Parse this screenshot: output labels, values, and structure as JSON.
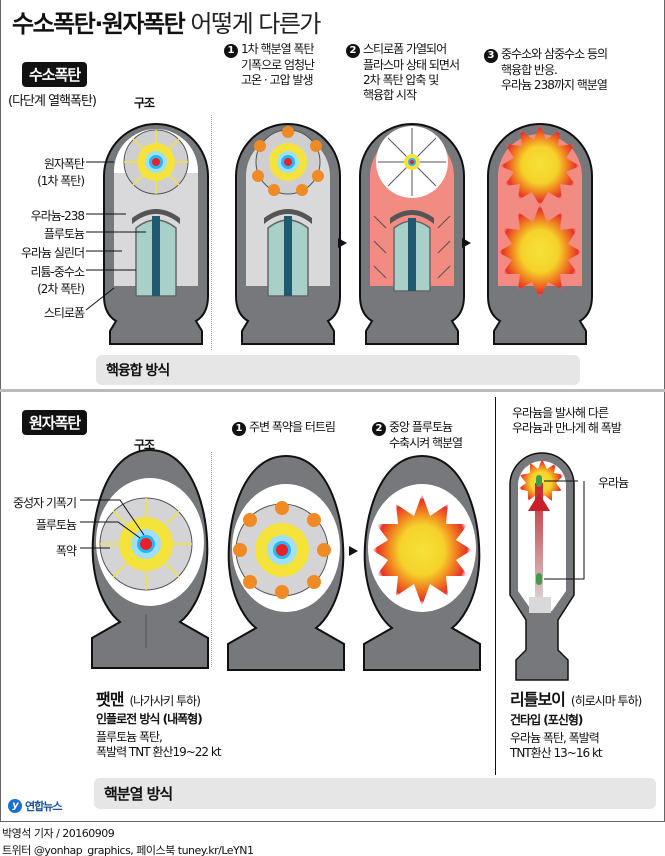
{
  "title": {
    "bold": "수소폭탄·원자폭탄",
    "light": "어떻게 다른가"
  },
  "hydrogen": {
    "tag": "수소폭탄",
    "subtitle": "(다단계 열핵폭탄)",
    "structure_label": "구조",
    "labels": {
      "primary_1": "원자폭탄",
      "primary_2": "(1차 폭탄)",
      "u238": "우라늄-238",
      "plutonium": "플루토늄",
      "u_cylinder": "우라늄 실린더",
      "lithium_1": "리튬-중수소",
      "lithium_2": "(2차 폭탄)",
      "styrofoam": "스티로폼"
    },
    "steps": [
      {
        "num": "1",
        "lines": [
          "1차 핵분열 폭탄",
          "기폭으로 엄청난",
          "고온 · 고압 발생"
        ]
      },
      {
        "num": "2",
        "lines": [
          "스티로폼 가열되어",
          "플라스마 상태 되면서",
          "2차 폭탄 압축 및",
          "핵융합 시작"
        ]
      },
      {
        "num": "3",
        "lines": [
          "중수소와 삼중수소 등의",
          "핵융합 반응.",
          "우라늄 238까지 핵분열"
        ]
      }
    ],
    "method_band": "핵융합 방식"
  },
  "atomic": {
    "tag": "원자폭탄",
    "structure_label": "구조",
    "labels": {
      "initiator": "중성자 기폭기",
      "plutonium": "플루토늄",
      "explosive": "폭약"
    },
    "steps": [
      {
        "num": "1",
        "lines": [
          "주변 폭약을 터트림"
        ]
      },
      {
        "num": "2",
        "lines": [
          "중앙 플루토늄",
          "수축시켜 핵분열"
        ]
      }
    ],
    "fatman": {
      "name": "팻맨",
      "drop": "(나가사키 투하)",
      "type": "인플로전 방식 (내폭형)",
      "desc": [
        "플루토늄 폭탄,",
        "폭발력 TNT 환산19~22 kt"
      ]
    },
    "littleboy": {
      "intro": [
        "우라늄을 발사해 다른",
        "우라늄과 만나게 해 폭발"
      ],
      "uranium_label": "우라늄",
      "name": "리틀보이",
      "drop": "(히로시마 투하)",
      "type": "건타입 (포신형)",
      "desc": [
        "우라늄 폭탄, 폭발력",
        "TNT환산 13~16 kt"
      ]
    },
    "method_band": "핵분열 방식"
  },
  "logo": {
    "mark": "y",
    "text": "연합뉴스"
  },
  "credits": {
    "reporter": "박영석 기자 / 20160909",
    "social": "트위터 @yonhap_graphics, 페이스북 tuney.kr/LeYN1"
  },
  "colors": {
    "casing": "#77787b",
    "casing_stroke": "#111111",
    "styrofoam": "#d9d9db",
    "lithium": "#a8d0c8",
    "plutonium_rod": "#1f5a70",
    "plasma": "#f28b82",
    "core_red": "#e8202a",
    "core_blue": "#29b6f6",
    "yellow": "#f5e23a",
    "uranium_green": "#3f9c4a",
    "band": "#e6e6e6"
  }
}
